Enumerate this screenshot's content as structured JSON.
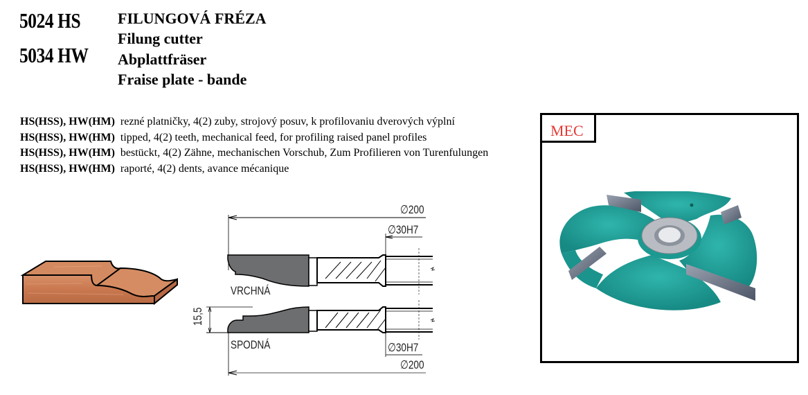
{
  "header": {
    "codes": [
      "5024 HS",
      "5034 HW"
    ],
    "titles": [
      "FILUNGOVÁ FRÉZA",
      "Filung cutter",
      "Abplattfräser",
      "Fraise plate - bande"
    ]
  },
  "description": [
    {
      "prefix": "HS(HSS), HW(HM)",
      "text": "rezné platničky, 4(2) zuby, strojový posuv, k profilovaniu dverových výplní"
    },
    {
      "prefix": "HS(HSS), HW(HM)",
      "text": "tipped, 4(2) teeth, mechanical feed, for profiling raised panel profiles"
    },
    {
      "prefix": "HS(HSS), HW(HM)",
      "text": "bestückt, 4(2) Zähne, mechanischen Vorschub, Zum Profilieren von Turenfulungen"
    },
    {
      "prefix": "HS(HSS), HW(HM)",
      "text": "raporté, 4(2) dents, avance mécanique"
    }
  ],
  "drawing": {
    "top_outer_diameter": "∅200",
    "top_bore": "∅30H7",
    "top_label": "VRCHNÁ",
    "height_dim": "15,5",
    "bottom_label": "SPODNÁ",
    "bottom_bore": "∅30H7",
    "bottom_outer_diameter": "∅200"
  },
  "photo": {
    "brand": "MEC",
    "brand_color": "#e53935",
    "cutter_color": "#1f9e97"
  }
}
